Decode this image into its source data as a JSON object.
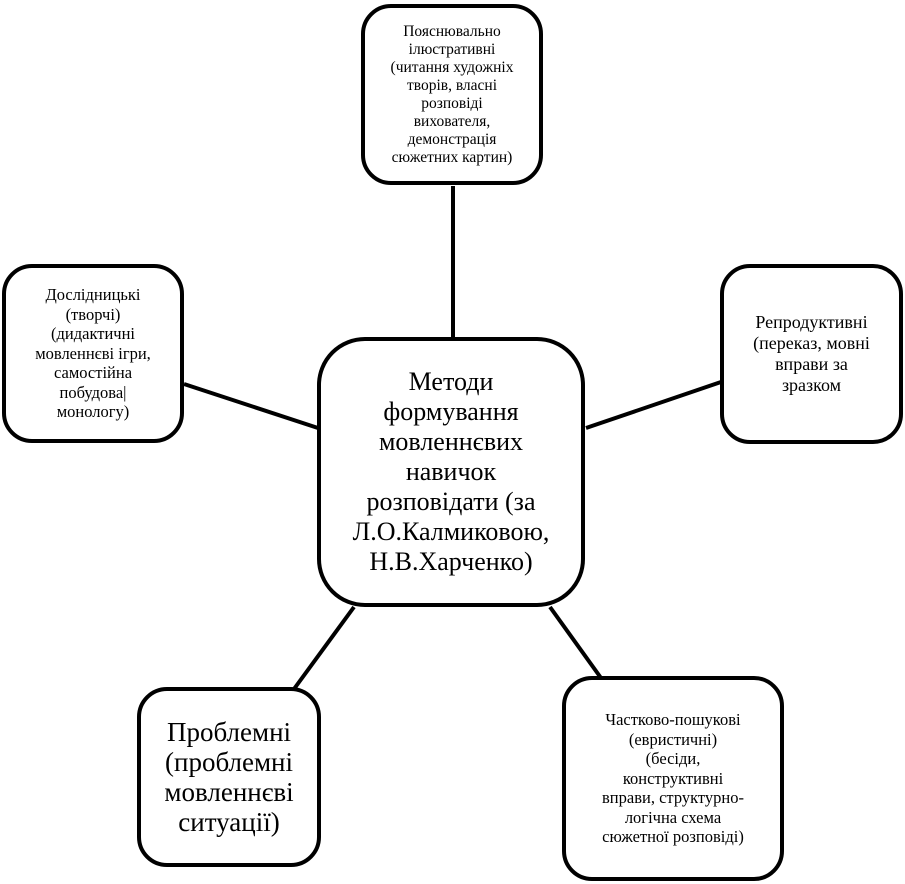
{
  "diagram": {
    "center": "Методи\nформування\nмовленнєвих\nнавичок\nрозповідати (за\nЛ.О.Калмиковою,\nН.В.Харченко)",
    "top": "Пояснювально\nілюстративні\n(читання художніх\nтворів, власні\nрозповіді\nвихователя,\nдемонстрація\nсюжетних картин)",
    "left": "Дослідницькі\n(творчі)\n(дидактичні\nмовленнєві ігри,\nсамостійна\nпобудова|\nмонологу)",
    "right": "Репродуктивні\n(переказ, мовні\nвправи за\nзразком",
    "bottom_left": "Проблемні\n(проблемні\nмовленнєві\nситуації)",
    "bottom_right": "Частково-пошукові\n(евристичні)\n(бесіди,\nконструктивні\nвправи, структурно-\nлогічна схема\nсюжетної розповіді)"
  }
}
